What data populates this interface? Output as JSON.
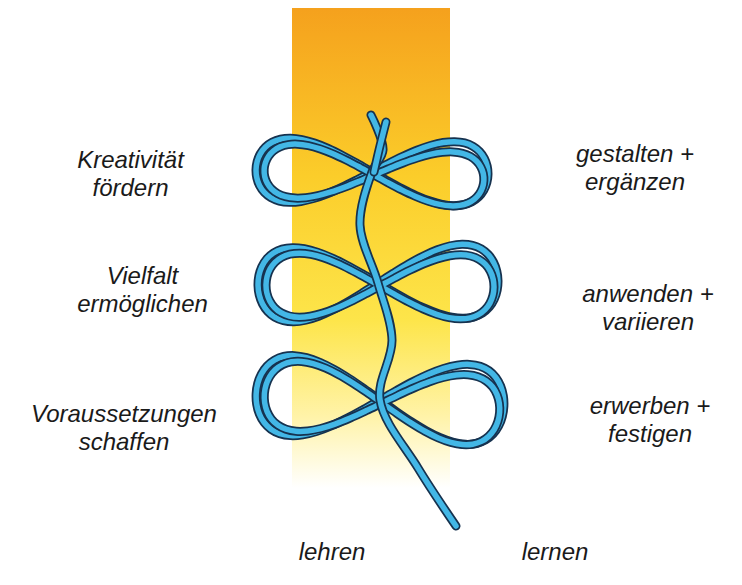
{
  "diagram": {
    "labels": [
      "Kreativität fördern",
      "gestalten + ergänzen",
      "Vielfalt ermöglichen",
      "anwenden + variieren",
      "Voraussetzungen schaffen",
      "erwerben + festigen",
      "lehren",
      "lernen"
    ]
  }
}
